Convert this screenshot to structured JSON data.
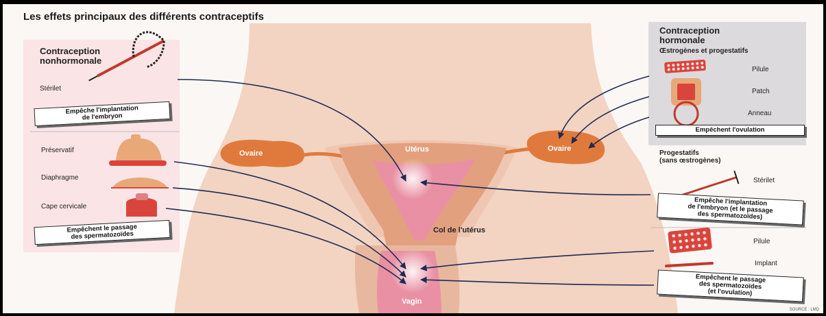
{
  "title": "Les effets principaux des différents contraceptifs",
  "left_panel": {
    "title_line1": "Contraception",
    "title_line2": "nonhormonale",
    "sterilet_label": "Stérilet",
    "box1_line1": "Empêche l'implantation",
    "box1_line2": "de l'embryon",
    "preservatif_label": "Préservatif",
    "diaphragme_label": "Diaphragme",
    "cape_label": "Cape cervicale",
    "box2_line1": "Empêchent le passage",
    "box2_line2": "des spermatozoïdes"
  },
  "anatomy": {
    "ovaire_left": "Ovaire",
    "ovaire_right": "Ovaire",
    "uterus": "Utérus",
    "col": "Col de l'utérus",
    "vagin": "Vagin"
  },
  "right_panel": {
    "title_line1": "Contraception",
    "title_line2": "hormonale",
    "subtitle": "Œstrogènes et progestatifs",
    "pilule_label": "Pilule",
    "patch_label": "Patch",
    "anneau_label": "Anneau",
    "box1": "Empêchent l'ovulation",
    "progestatifs_line1": "Progestatifs",
    "progestatifs_line2": "(sans œstrogènes)",
    "sterilet_label": "Stérilet",
    "box2_line1": "Empêche l'implantation",
    "box2_line2": "de l'embryon (et le passage",
    "box2_line3": "des spermatozoïdes)",
    "pilule2_label": "Pilule",
    "implant_label": "Implant",
    "box3_line1": "Empêchent le passage",
    "box3_line2": "des spermatozoïdes",
    "box3_line3": "(et l'ovulation)"
  },
  "source": "SOURCE : LMD",
  "colors": {
    "skin": "#f3d3c2",
    "skin_dark": "#e8b79f",
    "organ_orange": "#e07a3c",
    "uterus_pink": "#e990a4",
    "left_panel_bg": "#fbe4e6",
    "right_panel_bg": "#dcdadd",
    "arrow": "#1e2b52",
    "device_red": "#d9453c"
  }
}
